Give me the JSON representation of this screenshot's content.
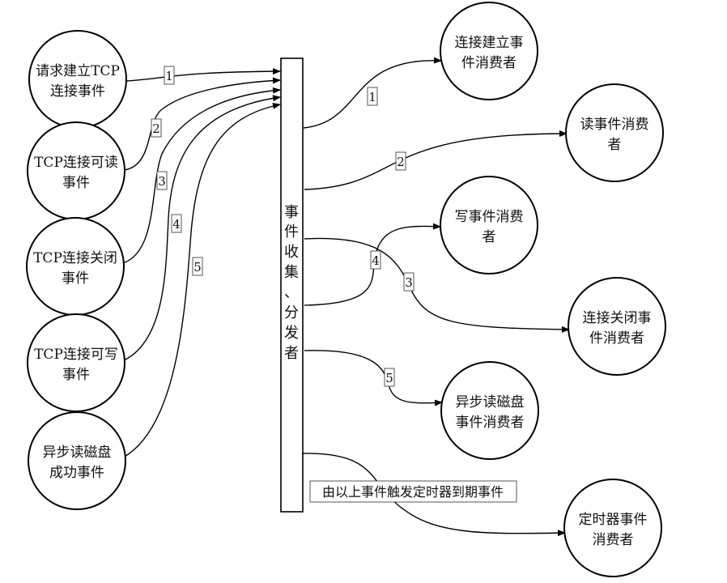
{
  "hub": {
    "label": "事件收集、分发者",
    "chars": [
      "事",
      "件",
      "收",
      "集",
      "、",
      "分",
      "发",
      "者"
    ]
  },
  "sources": [
    {
      "id": "s1",
      "lines": [
        "请求建立TCP",
        "连接事件"
      ],
      "edge_label": "1"
    },
    {
      "id": "s2",
      "lines": [
        "TCP连接可读",
        "事件"
      ],
      "edge_label": "2"
    },
    {
      "id": "s3",
      "lines": [
        "TCP连接关闭",
        "事件"
      ],
      "edge_label": "3"
    },
    {
      "id": "s4",
      "lines": [
        "TCP连接可写",
        "事件"
      ],
      "edge_label": "4"
    },
    {
      "id": "s5",
      "lines": [
        "异步读磁盘",
        "成功事件"
      ],
      "edge_label": "5"
    }
  ],
  "consumers": [
    {
      "id": "c1",
      "lines": [
        "连接建立事",
        "件消费者"
      ],
      "edge_label": "1"
    },
    {
      "id": "c2",
      "lines": [
        "读事件消费",
        "者"
      ],
      "edge_label": "2"
    },
    {
      "id": "c3",
      "lines": [
        "写事件消费",
        "者"
      ],
      "edge_label": "4"
    },
    {
      "id": "c4",
      "lines": [
        "连接关闭事",
        "件消费者"
      ],
      "edge_label": "3"
    },
    {
      "id": "c5",
      "lines": [
        "异步读磁盘",
        "事件消费者"
      ],
      "edge_label": "5"
    },
    {
      "id": "c6",
      "lines": [
        "定时器事件",
        "消费者"
      ]
    }
  ],
  "timer_note": "由以上事件触发定时器到期事件"
}
